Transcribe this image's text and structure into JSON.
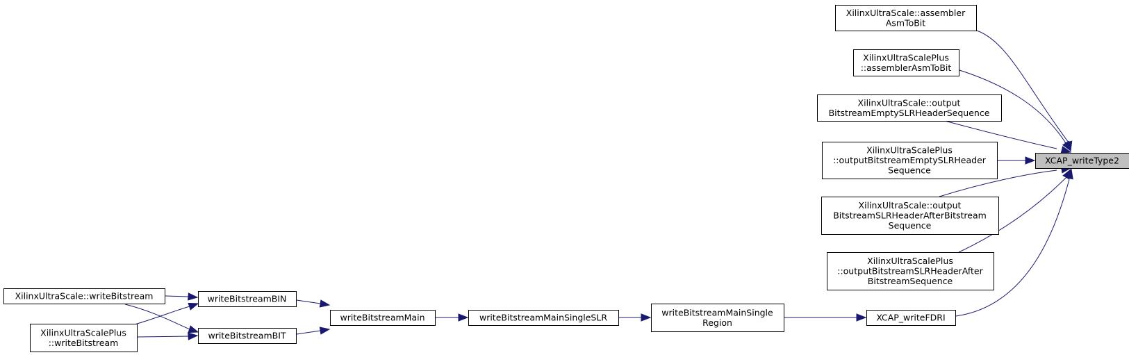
{
  "graph": {
    "focus": "XCAP_writeType2",
    "nodes": {
      "asm_us": [
        "XilinxUltraScale::assembler",
        "AsmToBit"
      ],
      "asm_usp": [
        "XilinxUltraScalePlus",
        "::assemblerAsmToBit"
      ],
      "empty_us": [
        "XilinxUltraScale::output",
        "BitstreamEmptySLRHeaderSequence"
      ],
      "empty_usp": [
        "XilinxUltraScalePlus",
        "::outputBitstreamEmptySLRHeader",
        "Sequence"
      ],
      "after_us": [
        "XilinxUltraScale::output",
        "BitstreamSLRHeaderAfterBitstream",
        "Sequence"
      ],
      "after_usp": [
        "XilinxUltraScalePlus",
        "::outputBitstreamSLRHeaderAfter",
        "BitstreamSequence"
      ],
      "fdri": [
        "XCAP_writeFDRI"
      ],
      "focus": [
        "XCAP_writeType2"
      ],
      "single_region": [
        "writeBitstreamMainSingle",
        "Region"
      ],
      "single_slr": [
        "writeBitstreamMainSingleSLR"
      ],
      "main": [
        "writeBitstreamMain"
      ],
      "bin": [
        "writeBitstreamBIN"
      ],
      "bit": [
        "writeBitstreamBIT"
      ],
      "us_write": [
        "XilinxUltraScale::writeBitstream"
      ],
      "usp_write": [
        "XilinxUltraScalePlus",
        "::writeBitstream"
      ]
    }
  }
}
